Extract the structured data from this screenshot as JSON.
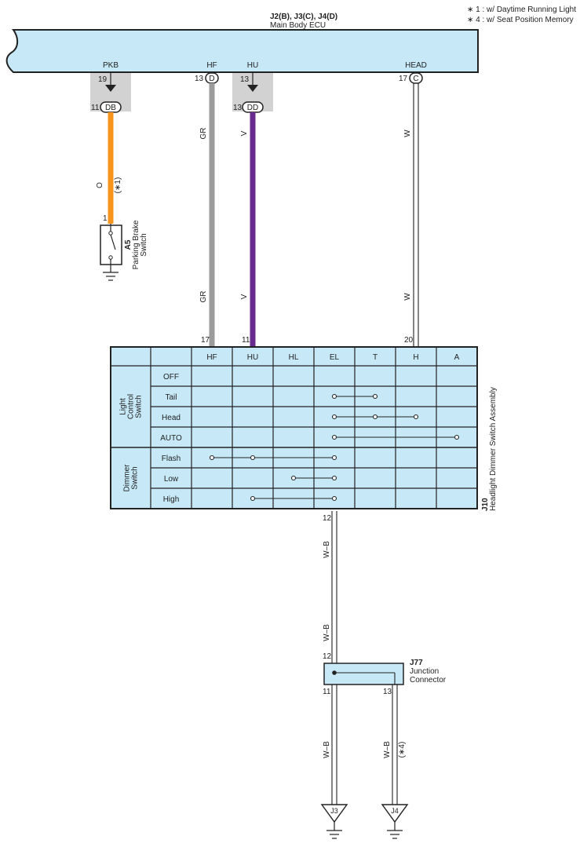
{
  "notes": [
    "∗ 1 : w/ Daytime Running Light",
    "∗ 4 : w/ Seat Position Memory"
  ],
  "ecu": {
    "code": "J2(B), J3(C), J4(D)",
    "name": "Main Body ECU",
    "terminals": [
      "PKB",
      "HF",
      "HU",
      "HEAD"
    ]
  },
  "pins": {
    "pkb_top": "19",
    "pkb_conn_pin": "11",
    "pkb_conn": "DB",
    "hf_pin": "13",
    "hf_conn": "D",
    "hu_top": "13",
    "hu_conn_pin": "13",
    "hu_conn": "DD",
    "head_pin": "17",
    "head_conn": "C",
    "ps_pin": "1",
    "sw_hf": "17",
    "sw_hu": "11",
    "sw_head": "20",
    "sw_ground": "12",
    "jc_in": "12",
    "jc_out1": "11",
    "jc_out2": "13"
  },
  "wires": {
    "pkb": "O",
    "pkb_note": "(∗1)",
    "hf": "GR",
    "hu": "V",
    "head": "W",
    "ground": "W–B",
    "j4_note": "(∗4)"
  },
  "colors": {
    "orange": "#F7941D",
    "gray": "#9B9B9B",
    "violet": "#6A2B8F",
    "panel": "#C7E8F7"
  },
  "parking_switch": {
    "code": "A5",
    "name1": "Parking Brake",
    "name2": "Switch"
  },
  "switch_table": {
    "columns": [
      "HF",
      "HU",
      "HL",
      "EL",
      "T",
      "H",
      "A"
    ],
    "groups": [
      {
        "label": [
          "Light",
          "Control",
          "Switch"
        ],
        "rows": [
          "OFF",
          "Tail",
          "Head",
          "AUTO"
        ]
      },
      {
        "label": [
          "Dimmer",
          "Switch"
        ],
        "rows": [
          "Flash",
          "Low",
          "High"
        ]
      }
    ],
    "connections": [
      {
        "row": 1,
        "cols": [
          3,
          4
        ]
      },
      {
        "row": 2,
        "cols": [
          3,
          4,
          5
        ]
      },
      {
        "row": 3,
        "cols": [
          3,
          6
        ]
      },
      {
        "row": 4,
        "cols": [
          0,
          1,
          3
        ]
      },
      {
        "row": 5,
        "cols": [
          2,
          3
        ]
      },
      {
        "row": 6,
        "cols": [
          1,
          3
        ]
      }
    ]
  },
  "assembly": {
    "code": "J10",
    "name": "Headlight Dimmer Switch Assembly"
  },
  "junction": {
    "code": "J77",
    "name1": "Junction",
    "name2": "Connector"
  },
  "grounds": [
    "J3",
    "J4"
  ]
}
